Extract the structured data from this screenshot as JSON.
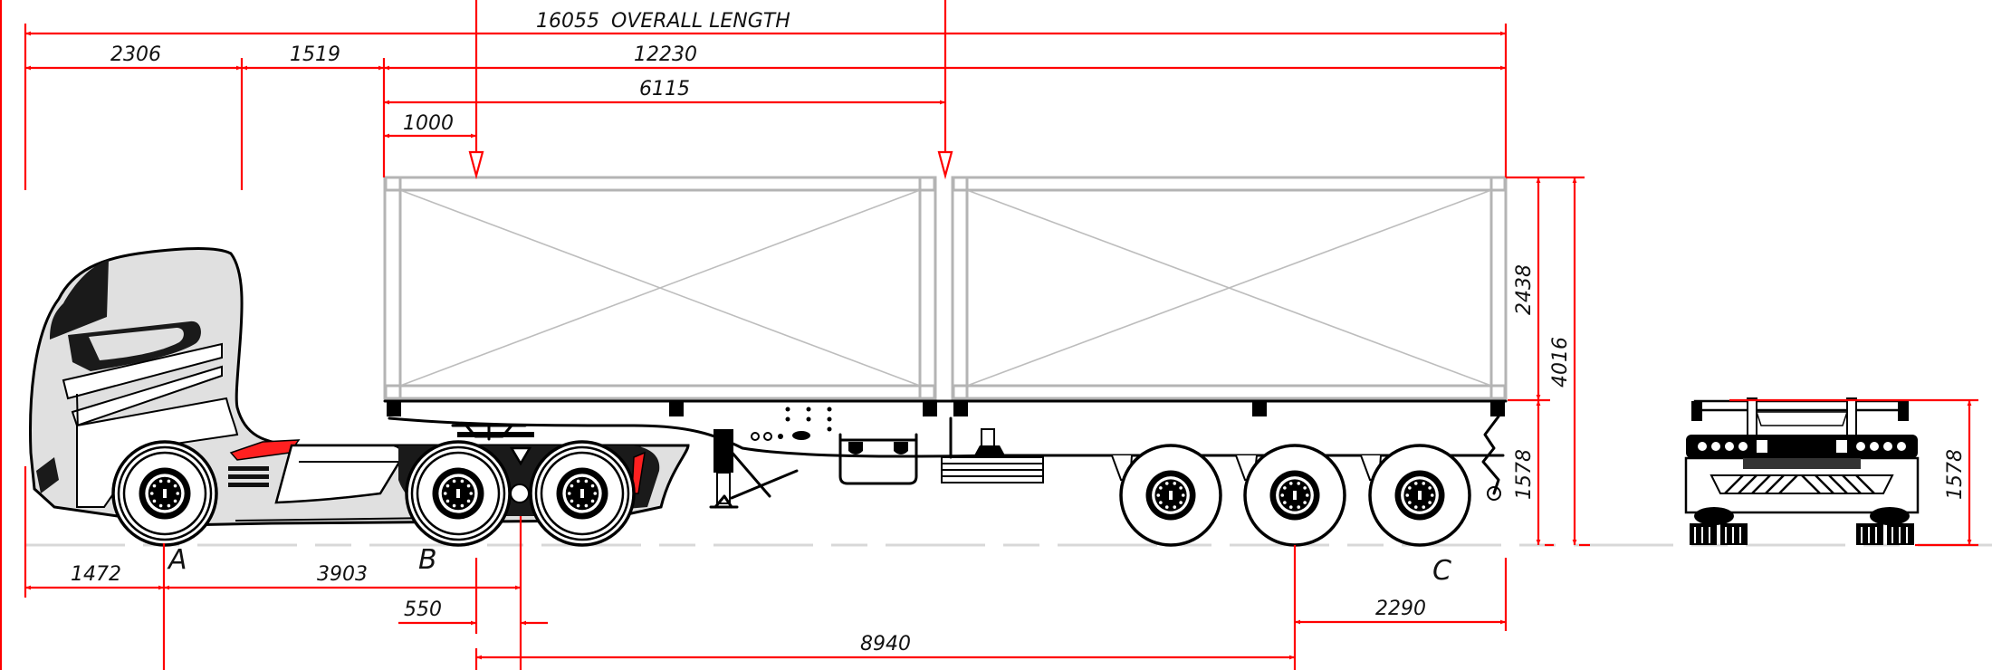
{
  "drawing": {
    "title": "Tractor with 40ft skeletal trailer carrying two 20ft containers — dimension drawing",
    "units": "mm",
    "colors": {
      "dimension": "#ff0000",
      "container_outline": "#b4b4b4",
      "vehicle_ink": "#000000",
      "cab_fill": "#dcdcdc",
      "accent": "#ff2020",
      "ground_line": "#d8d8d8"
    },
    "horizontal_dimensions": {
      "overall_length": {
        "value": "16055",
        "label": "OVERALL LENGTH"
      },
      "front_to_cab_back": "2306",
      "cab_back_to_container": "1519",
      "container_span": "12230",
      "container_one": "6115",
      "container_one_cog": "1000",
      "front_overhang": "1472",
      "wheelbase": "3903",
      "fifth_wheel_offset": "550",
      "kingpin_to_trailer_axle": "8940",
      "rear_overhang": "2290"
    },
    "vertical_dimensions": {
      "container_height": "2438",
      "overall_height": "4016",
      "deck_height_side": "1578",
      "deck_height_rear": "1578"
    },
    "axle_labels": {
      "front": "A",
      "drive": "B",
      "trailer": "C"
    }
  }
}
